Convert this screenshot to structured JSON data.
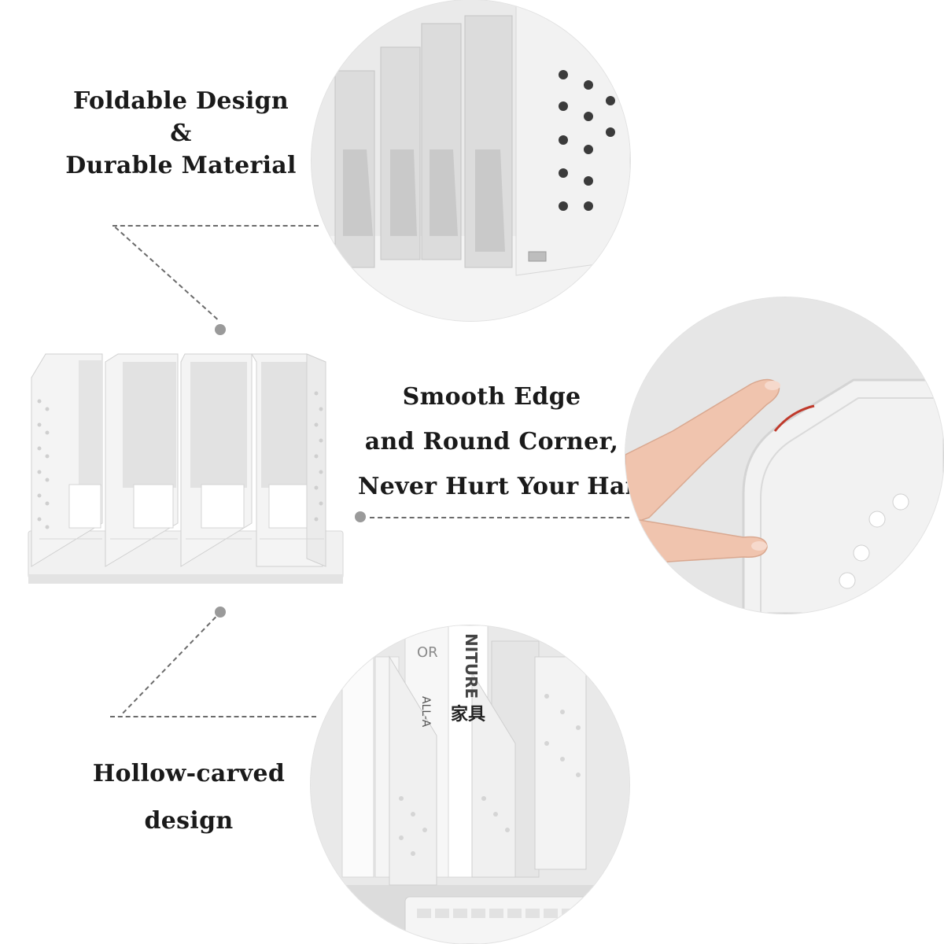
{
  "captions": {
    "top": {
      "line1": "Foldable Design",
      "line2": "&",
      "line3": "Durable Material"
    },
    "middle": {
      "line1": "Smooth Edge",
      "line2": "and Round Corner,",
      "line3": "Never Hurt Your Hand"
    },
    "bottom": {
      "line1": "Hollow-carved",
      "line2": "design"
    }
  },
  "photos": {
    "top_icon": "folding-panels-closeup",
    "middle_icon": "finger-touching-edge",
    "bottom_icon": "organizer-with-books",
    "product_icon": "four-slot-file-holder"
  },
  "book_spine_text": {
    "title_vertical": "NITURE",
    "title_side": "ALL-A",
    "letters_top": "OR",
    "cjk": "家具"
  },
  "colors": {
    "text": "#1a1a1a",
    "plastic": "#e9e9e9",
    "shadow": "#cfcfcf",
    "background": "#ffffff"
  }
}
